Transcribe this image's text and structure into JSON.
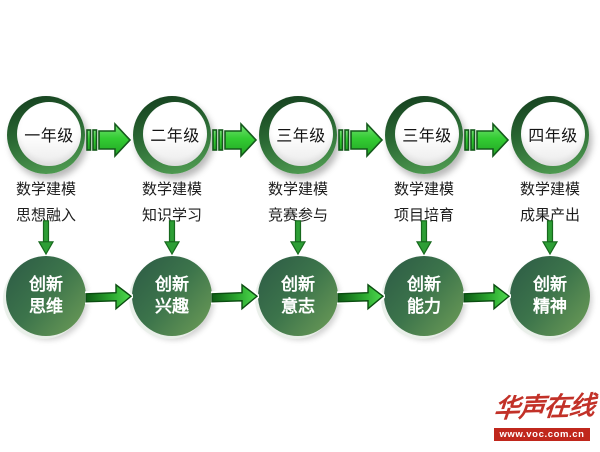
{
  "columns": [
    {
      "grade": "一年级",
      "focus_line1": "数学建模",
      "focus_line2": "思想融入",
      "outcome_line1": "创新",
      "outcome_line2": "思维"
    },
    {
      "grade": "二年级",
      "focus_line1": "数学建模",
      "focus_line2": "知识学习",
      "outcome_line1": "创新",
      "outcome_line2": "兴趣"
    },
    {
      "grade": "三年级",
      "focus_line1": "数学建模",
      "focus_line2": "竞赛参与",
      "outcome_line1": "创新",
      "outcome_line2": "意志"
    },
    {
      "grade": "三年级",
      "focus_line1": "数学建模",
      "focus_line2": "项目培育",
      "outcome_line1": "创新",
      "outcome_line2": "能力"
    },
    {
      "grade": "四年级",
      "focus_line1": "数学建模",
      "focus_line2": "成果产出",
      "outcome_line1": "创新",
      "outcome_line2": "精神"
    }
  ],
  "watermark": {
    "logo_text": "华声在线",
    "url_text": "www.voc.com.cn",
    "logo_red": "#c23128"
  },
  "colors": {
    "bright_arrow_green": "#33cc33",
    "arrow_outline_green": "#14591b",
    "ring_green_dark": "#133c1d",
    "ring_green_light": "#55a356",
    "orb_green_dark": "#2c5a45",
    "orb_green_light": "#6f9e58",
    "down_arrow_green": "#2d9e35"
  }
}
